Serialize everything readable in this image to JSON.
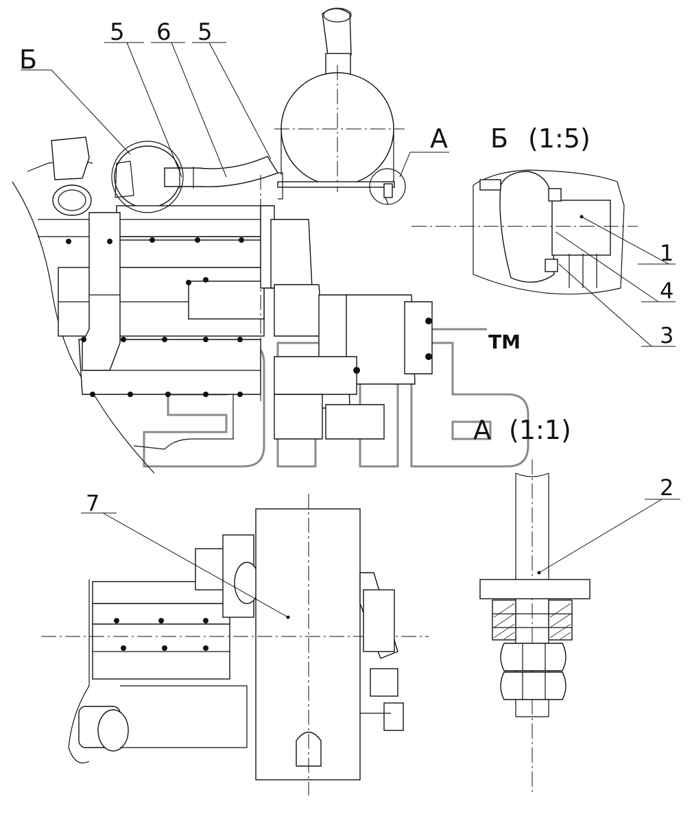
{
  "views": {
    "detail_b_label": "Б",
    "detail_b_scale": "(1:5)",
    "detail_a_label": "А",
    "detail_a_scale": "(1:1)",
    "callout_b": "Б",
    "callout_a": "А"
  },
  "positions": [
    "5",
    "6",
    "5",
    "1",
    "4",
    "3",
    "2",
    "7"
  ],
  "watermark": {
    "text": "ЭПСЭ",
    "tm": "TM"
  },
  "colors": {
    "line": "#111111",
    "watermark": "#8a8a8a",
    "background": "#ffffff"
  }
}
